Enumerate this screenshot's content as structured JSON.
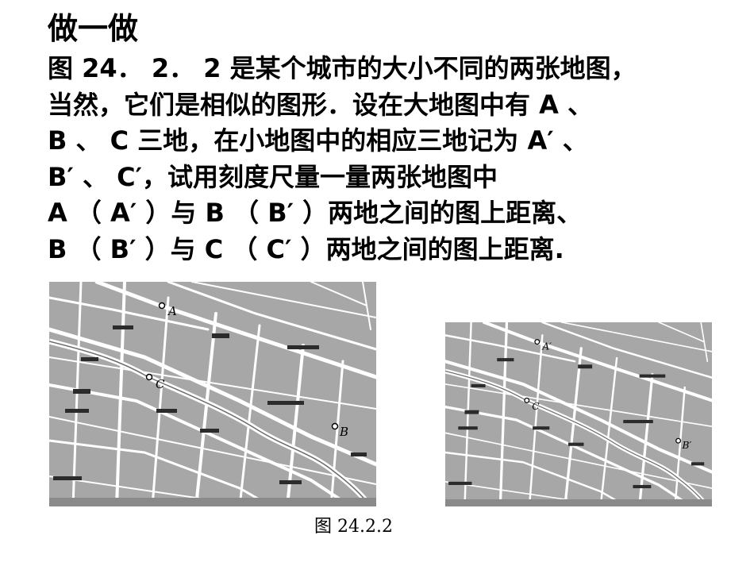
{
  "slide": {
    "heading": "做一做",
    "lines": [
      "图 24． 2． 2 是某个城市的大小不同的两张地图，",
      "当然，它们是相似的图形．设在大地图中有 A 、",
      "B 、 C 三地，在小地图中的相应三地记为 A′ 、",
      "B′ 、 C′，试用刻度尺量一量两张地图中",
      "A （ A′ ）与 B （ B′ ）两地之间的图上距离、",
      "B （ B′ ）与 C （ C′ ）两地之间的图上距离."
    ],
    "caption": "图 24.2.2"
  },
  "maps": {
    "large": {
      "label_a": "A",
      "label_b": "B",
      "label_c": "C"
    },
    "small": {
      "label_a": "A′",
      "label_b": "B′",
      "label_c": "C"
    }
  },
  "colors": {
    "map_background": "#a7a7a7",
    "road": "#ffffff",
    "text": "#000000"
  }
}
